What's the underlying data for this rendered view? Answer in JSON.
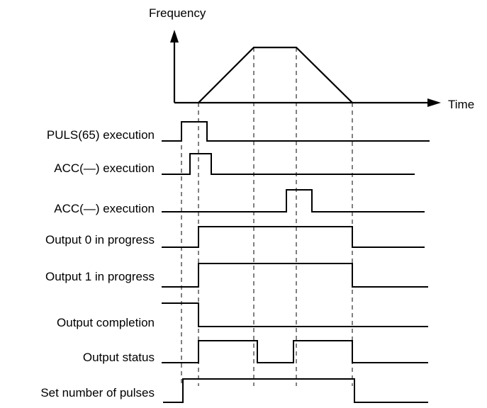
{
  "axes": {
    "y_label": "Frequency",
    "x_label": "Time"
  },
  "signals": [
    {
      "label": "PULS(65) execution",
      "levels": [
        0,
        1,
        0,
        0,
        0,
        0,
        0,
        0
      ]
    },
    {
      "label": "ACC(—) execution",
      "levels": [
        0,
        0,
        1,
        0,
        0,
        0,
        0,
        0
      ]
    },
    {
      "label": "ACC(—) execution",
      "levels": [
        0,
        0,
        0,
        0,
        1,
        1,
        0,
        0
      ]
    },
    {
      "label": "Output 0 in progress",
      "levels": [
        0,
        0,
        1,
        1,
        1,
        1,
        1,
        0
      ]
    },
    {
      "label": "Output 1 in progress",
      "levels": [
        0,
        0,
        1,
        1,
        1,
        1,
        1,
        0
      ]
    },
    {
      "label": "Output completion",
      "levels": [
        1,
        1,
        0,
        0,
        0,
        0,
        0,
        0
      ]
    },
    {
      "label": "Output status",
      "levels": [
        0,
        0,
        1,
        0,
        1,
        1,
        1,
        0
      ]
    },
    {
      "label": "Set number of pulses",
      "levels": [
        0,
        1,
        1,
        1,
        1,
        1,
        1,
        0
      ]
    }
  ]
}
